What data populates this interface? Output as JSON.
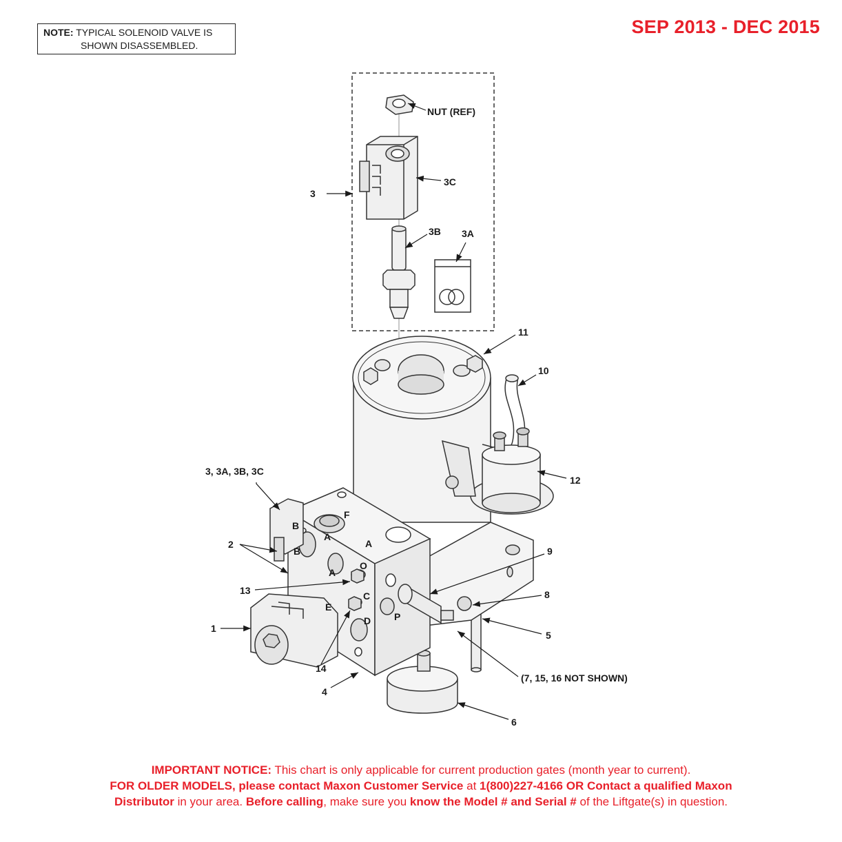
{
  "note": {
    "label": "NOTE:",
    "line1": "TYPICAL SOLENOID VALVE IS",
    "line2": "SHOWN DISASSEMBLED."
  },
  "date_range": "SEP 2013 - DEC 2015",
  "callouts": {
    "nut_ref": "NUT (REF)",
    "c3": "3",
    "c3c": "3C",
    "c3b": "3B",
    "c3a": "3A",
    "c11": "11",
    "c10": "10",
    "c12": "12",
    "c3all": "3, 3A, 3B, 3C",
    "c2": "2",
    "c9": "9",
    "c13": "13",
    "c8": "8",
    "c1": "1",
    "c5": "5",
    "c14": "14",
    "c4": "4",
    "not_shown": "(7, 15, 16 NOT SHOWN)",
    "c6": "6"
  },
  "port_letters": {
    "b1": "B",
    "f": "F",
    "a1": "A",
    "a2": "A",
    "b2": "B",
    "a3": "A",
    "o": "O",
    "c": "C",
    "e": "E",
    "d": "D",
    "p": "P"
  },
  "notice": {
    "line1_bold": "IMPORTANT NOTICE:",
    "line1_text": " This chart is only applicable for current production gates (month year to current).",
    "line2_bold": "FOR OLDER MODELS, please contact Maxon Customer Service",
    "line2_text1": " at ",
    "line2_phone": "1(800)227-4166 OR Contact a qualified Maxon",
    "line3_bold1": "Distributor",
    "line3_text1": " in your area. ",
    "line3_bold2": "Before calling",
    "line3_text2": ", make sure you ",
    "line3_bold3": "know the Model # and Serial #",
    "line3_text3": " of the Liftgate(s) in question."
  }
}
